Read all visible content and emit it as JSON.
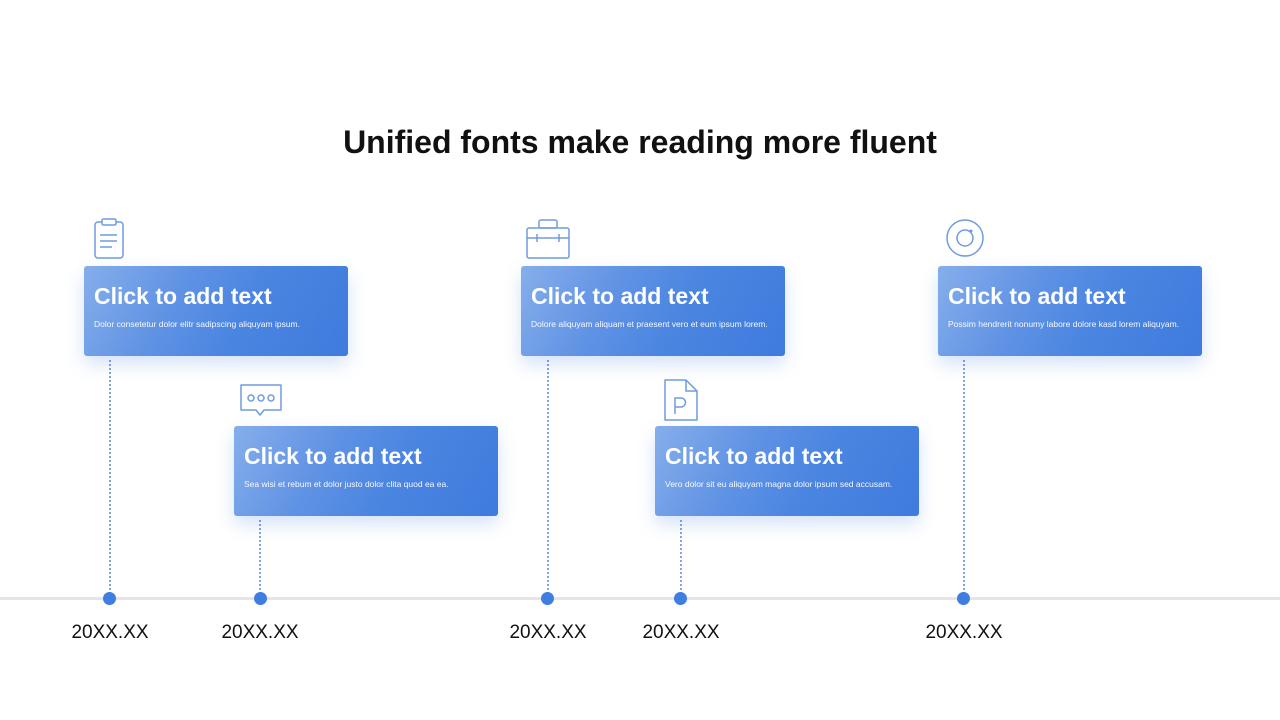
{
  "title": "Unified fonts make reading more fluent",
  "colors": {
    "accent": "#3f7ee0",
    "card": "#4a85e1",
    "axis": "#e3e5ea"
  },
  "events": [
    {
      "date": "20XX.XX",
      "heading": "Click to add text",
      "body": "Dolor consetetur dolor elitr sadipscing aliquyam ipsum.",
      "icon": "clipboard-icon"
    },
    {
      "date": "20XX.XX",
      "heading": "Click to add text",
      "body": "Sea wisi et rebum et dolor justo dolor clita quod ea ea.",
      "icon": "chat-bubble-icon"
    },
    {
      "date": "20XX.XX",
      "heading": "Click to add text",
      "body": "Dolore aliquyam aliquam et praesent vero et eum ipsum lorem.",
      "icon": "briefcase-icon"
    },
    {
      "date": "20XX.XX",
      "heading": "Click to add text",
      "body": "Vero dolor sit eu aliquyam magna dolor ipsum sed accusam.",
      "icon": "document-p-icon"
    },
    {
      "date": "20XX.XX",
      "heading": "Click to add text",
      "body": "Possim hendrerit nonumy labore dolore kasd lorem aliquyam.",
      "icon": "camera-lens-icon"
    }
  ]
}
